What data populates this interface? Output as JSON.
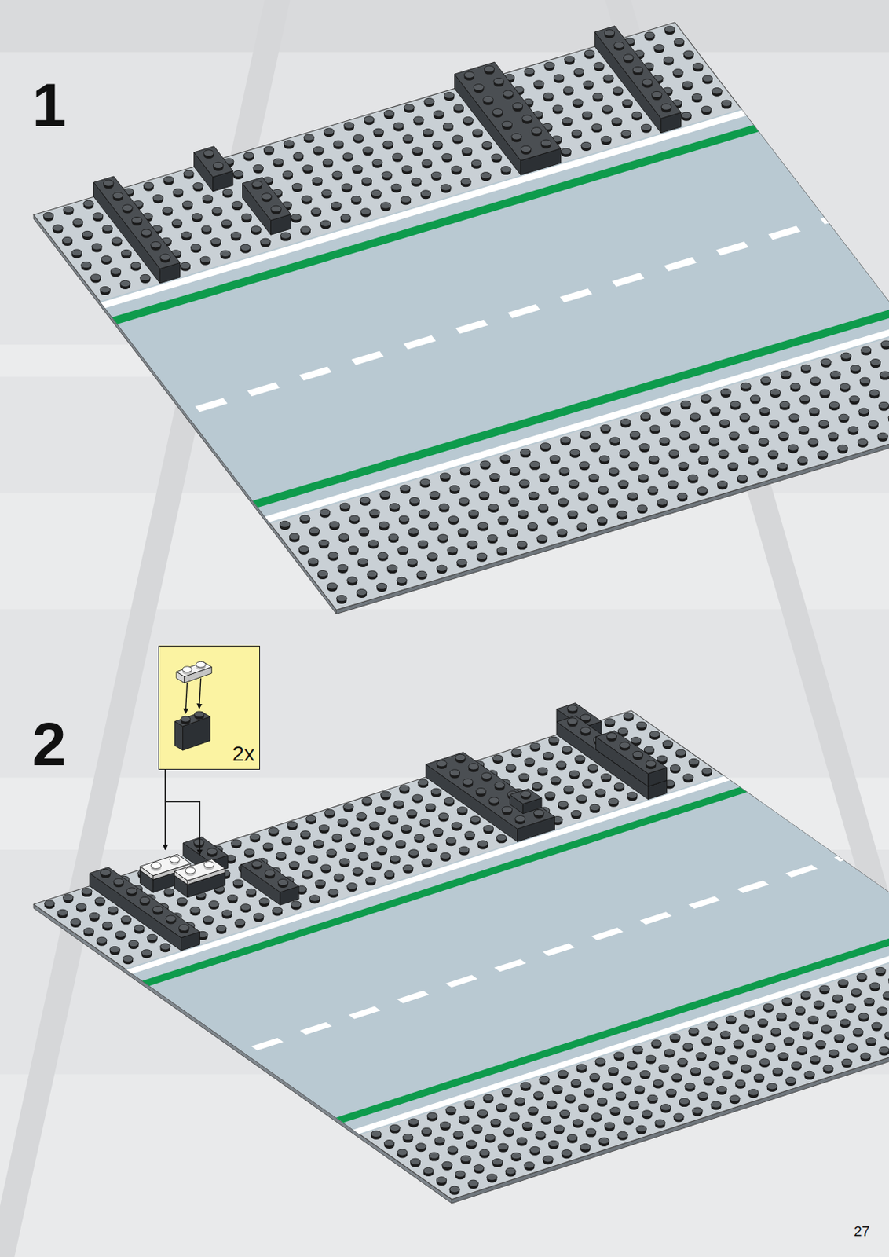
{
  "diagram": {
    "nodes": [
      {
        "text": [
          "2x"
        ]
      }
    ],
    "labels": [
      "1",
      "2",
      "27"
    ]
  }
}
